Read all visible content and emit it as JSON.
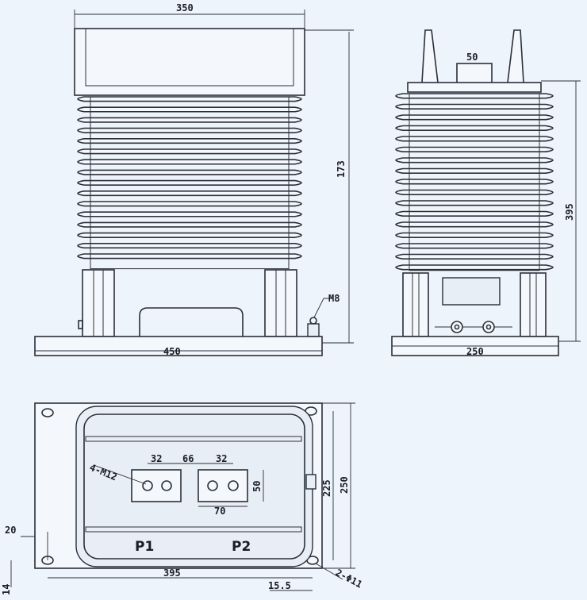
{
  "front_view": {
    "width_top": "350",
    "height": "173",
    "base_width": "450",
    "ground_bolt": "M8"
  },
  "side_view": {
    "terminal_spacing": "50",
    "height": "395",
    "base_width": "250"
  },
  "plan_view": {
    "hole_label": "4-M12",
    "spacing_a": "32",
    "spacing_mid": "66",
    "spacing_b": "32",
    "terminal_height": "50",
    "terminal_width": "70",
    "inner_height": "225",
    "outer_height": "250",
    "left_offset": "20",
    "bottom_offset": "14",
    "mount_spacing": "395",
    "edge_offset": "15.5",
    "slot_label": "2-Φ11",
    "primary_1": "P1",
    "primary_2": "P2"
  }
}
